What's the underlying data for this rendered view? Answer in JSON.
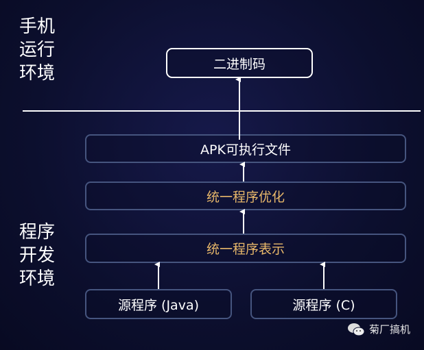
{
  "labels": {
    "runtime": "手机运行环境",
    "dev": "程序开发环境"
  },
  "nodes": {
    "binary": "二进制码",
    "apk": "APK可执行文件",
    "optimize": "统一程序优化",
    "represent": "统一程序表示",
    "src_java": "源程序 (Java)",
    "src_c": "源程序 (C)"
  },
  "watermark": "菊厂搞机",
  "colors": {
    "accent": "#e8b86a",
    "border": "#46557f"
  }
}
